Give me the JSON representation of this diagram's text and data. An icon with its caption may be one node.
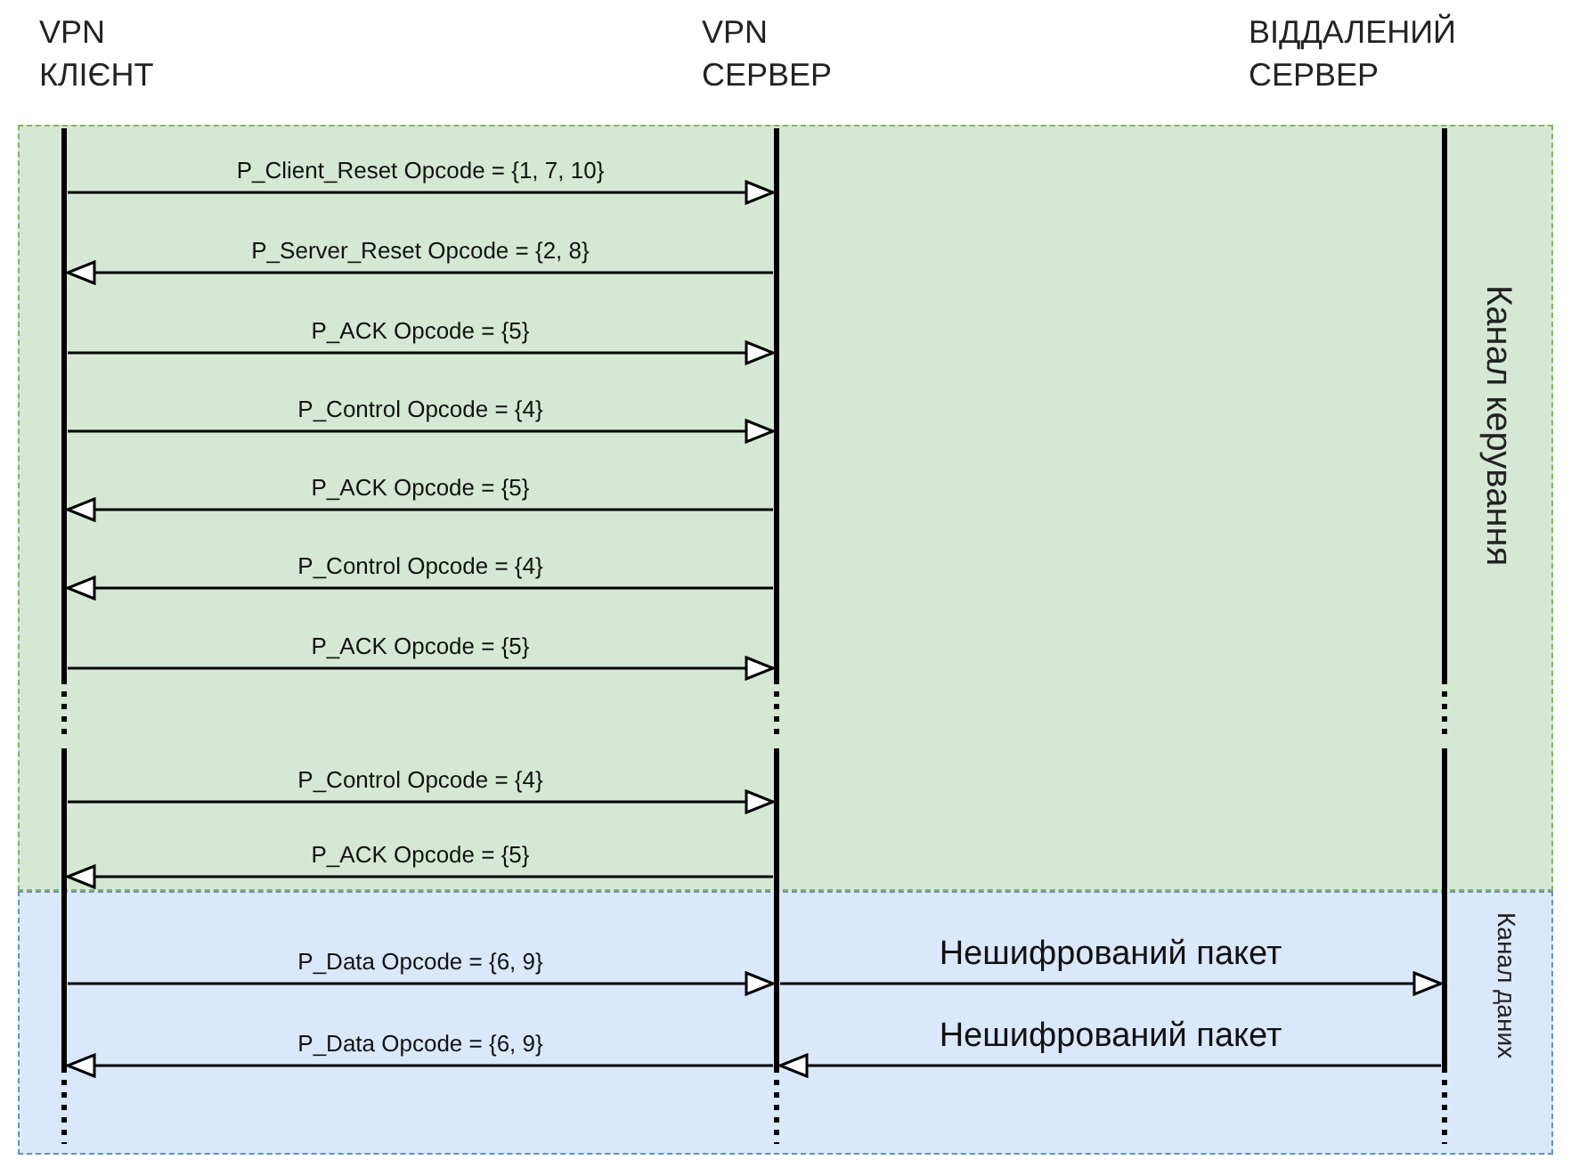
{
  "diagram": {
    "nodes": [
      {
        "text": [
          "VPN КЛІЄНТ"
        ]
      },
      {
        "text": [
          "VPN СЕРВЕР"
        ]
      },
      {
        "text": [
          "ВІДДАЛЕНИЙ СЕРВЕР"
        ]
      },
      {
        "text": [
          "Канал керування"
        ]
      },
      {
        "text": [
          "Канал даних"
        ]
      }
    ],
    "edges": [
      {
        "from": 0,
        "to": 1,
        "arrow": "to",
        "label": "P_Client_Reset Opcode = {1, 7, 10}"
      },
      {
        "from": 1,
        "to": 0,
        "arrow": "to",
        "label": "P_Server_Reset Opcode = {2, 8}"
      },
      {
        "from": 0,
        "to": 1,
        "arrow": "to",
        "label": "P_ACK Opcode = {5}"
      },
      {
        "from": 0,
        "to": 1,
        "arrow": "to",
        "label": "P_Control Opcode = {4}"
      },
      {
        "from": 1,
        "to": 0,
        "arrow": "to",
        "label": "P_ACK Opcode = {5}"
      },
      {
        "from": 1,
        "to": 0,
        "arrow": "to",
        "label": "P_Control Opcode = {4}"
      },
      {
        "from": 0,
        "to": 1,
        "arrow": "to",
        "label": "P_ACK Opcode = {5}"
      },
      {
        "from": 0,
        "to": 1,
        "arrow": "to",
        "label": "P_Control Opcode = {4}"
      },
      {
        "from": 1,
        "to": 0,
        "arrow": "to",
        "label": "P_ACK Opcode = {5}"
      },
      {
        "from": 0,
        "to": 1,
        "arrow": "to",
        "label": "P_Data Opcode = {6, 9}"
      },
      {
        "from": 1,
        "to": 2,
        "arrow": "to",
        "label": "Нешифрований пакет"
      },
      {
        "from": 1,
        "to": 0,
        "arrow": "to",
        "label": "P_Data Opcode = {6, 9}"
      },
      {
        "from": 2,
        "to": 1,
        "arrow": "to",
        "label": "Нешифрований пакет"
      }
    ]
  }
}
